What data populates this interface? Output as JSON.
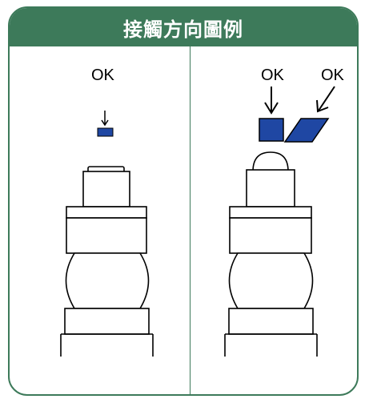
{
  "header": {
    "title": "接觸方向圖例"
  },
  "left_panel": {
    "ok_label": "OK"
  },
  "right_panel": {
    "ok_label_left": "OK",
    "ok_label_right": "OK"
  },
  "colors": {
    "frame_green": "#3d7a5a",
    "contact_blue": "#1f47a3",
    "outline": "#000000"
  }
}
